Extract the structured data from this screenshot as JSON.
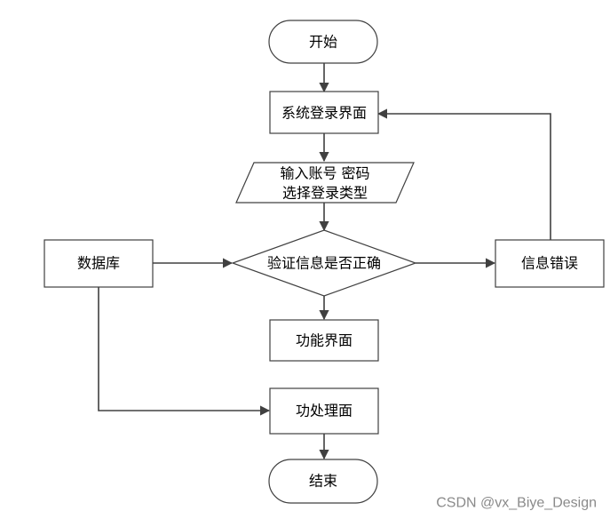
{
  "flowchart": {
    "start": "开始",
    "login": "系统登录界面",
    "input_line1": "输入账号 密码",
    "input_line2": "选择登录类型",
    "verify": "验证信息是否正确",
    "database": "数据库",
    "error": "信息错误",
    "function": "功能界面",
    "process": "功处理面",
    "end": "结束"
  },
  "watermark": "CSDN @vx_Biye_Design",
  "colors": {
    "stroke": "#404040",
    "fill": "#ffffff",
    "text": "#000000",
    "watermark": "#8a8a8a"
  }
}
